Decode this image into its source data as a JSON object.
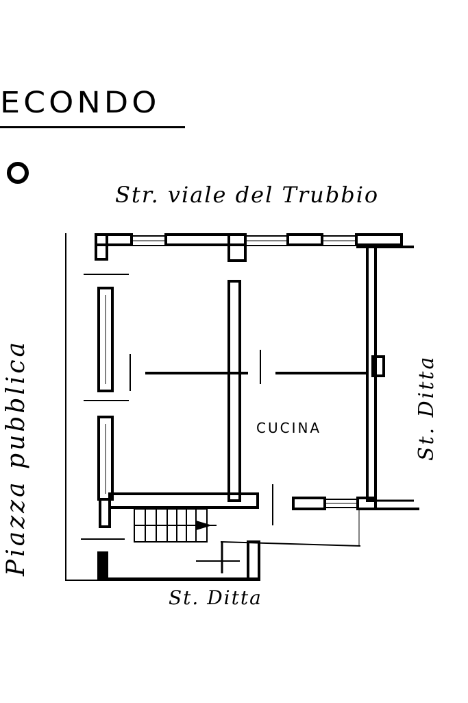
{
  "heading": "ECONDO",
  "floor_mark": "O",
  "streets": {
    "top": "Str. viale del Trubbio",
    "bottom": "St. Ditta",
    "left": "Piazza pubblica",
    "right": "St. Ditta"
  },
  "rooms": {
    "kitchen": "CUCINA"
  }
}
